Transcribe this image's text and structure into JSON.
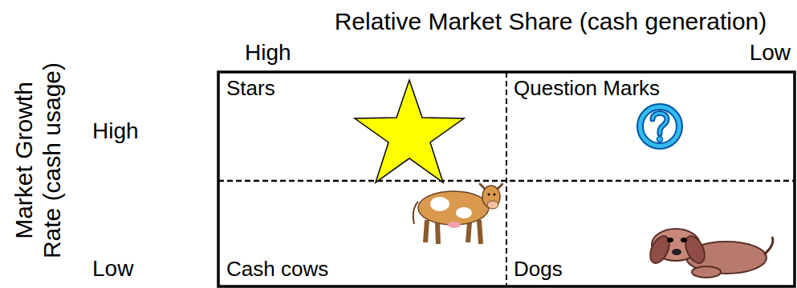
{
  "diagram": {
    "nodes": [
      {
        "text": [
          "Stars"
        ]
      },
      {
        "text": [
          "Question Marks"
        ]
      },
      {
        "text": [
          "Cash cows"
        ]
      },
      {
        "text": [
          "Dogs"
        ]
      }
    ],
    "labels": [
      "Relative Market Share (cash generation)",
      "High",
      "Low",
      "Market Growth Rate (cash usage)",
      "High",
      "Low"
    ]
  }
}
